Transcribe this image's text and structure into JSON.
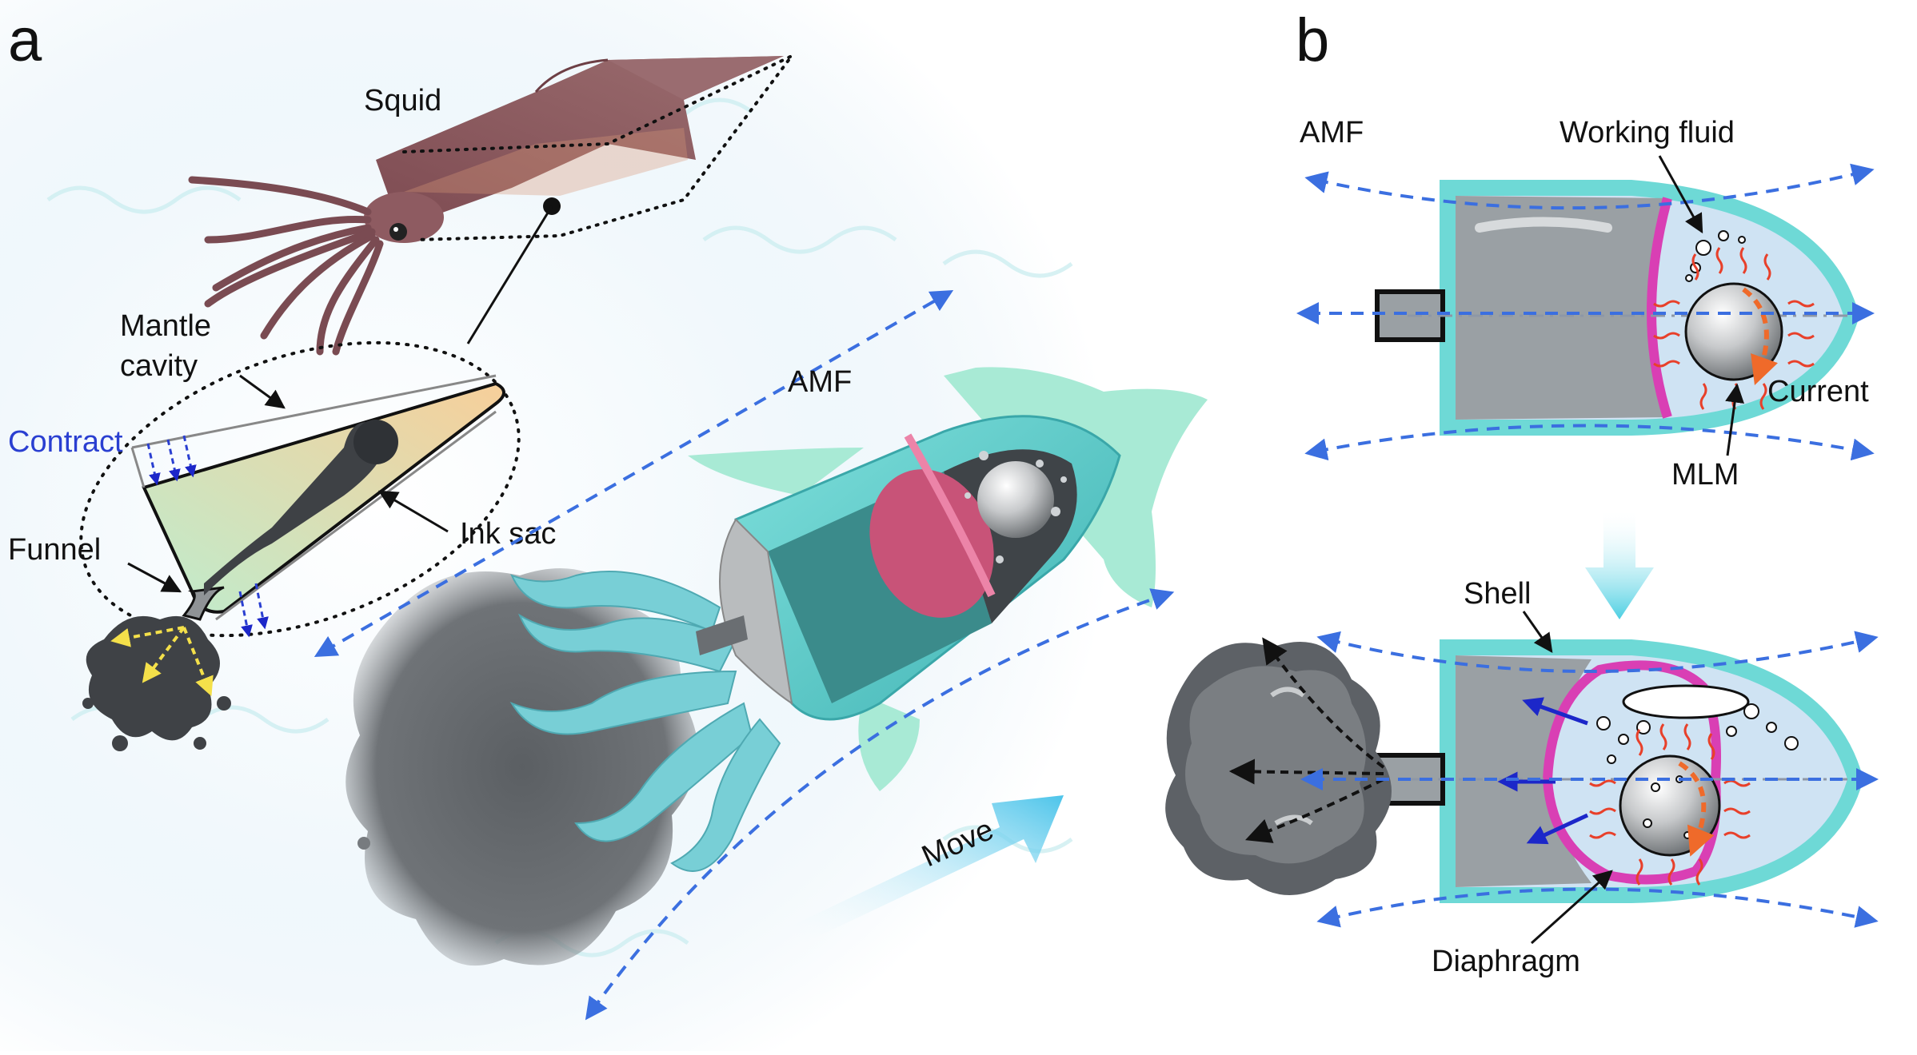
{
  "panels": {
    "a": {
      "letter": "a",
      "labels": {
        "squid": "Squid",
        "mantle_cavity_line1": "Mantle",
        "mantle_cavity_line2": "cavity",
        "contract": "Contract",
        "funnel": "Funnel",
        "ink_sac": "Ink sac",
        "amf": "AMF",
        "move": "Move"
      }
    },
    "b": {
      "letter": "b",
      "labels": {
        "amf": "AMF",
        "working_fluid": "Working fluid",
        "current": "Current",
        "mlm": "MLM",
        "shell": "Shell",
        "diaphragm": "Diaphragm"
      }
    }
  },
  "colors": {
    "field_line": "#3b6fe0",
    "shell": "#6ed9d6",
    "body_gray": "#9aa0a4",
    "diaphragm": "#d93fb4",
    "current": "#e8402a",
    "current_arrow": "#ef6a2a",
    "contract": "#2a3fd1",
    "squid": "#8a5a5e",
    "ink": "#5d6166",
    "move_arrow": "#4cc4ea"
  }
}
